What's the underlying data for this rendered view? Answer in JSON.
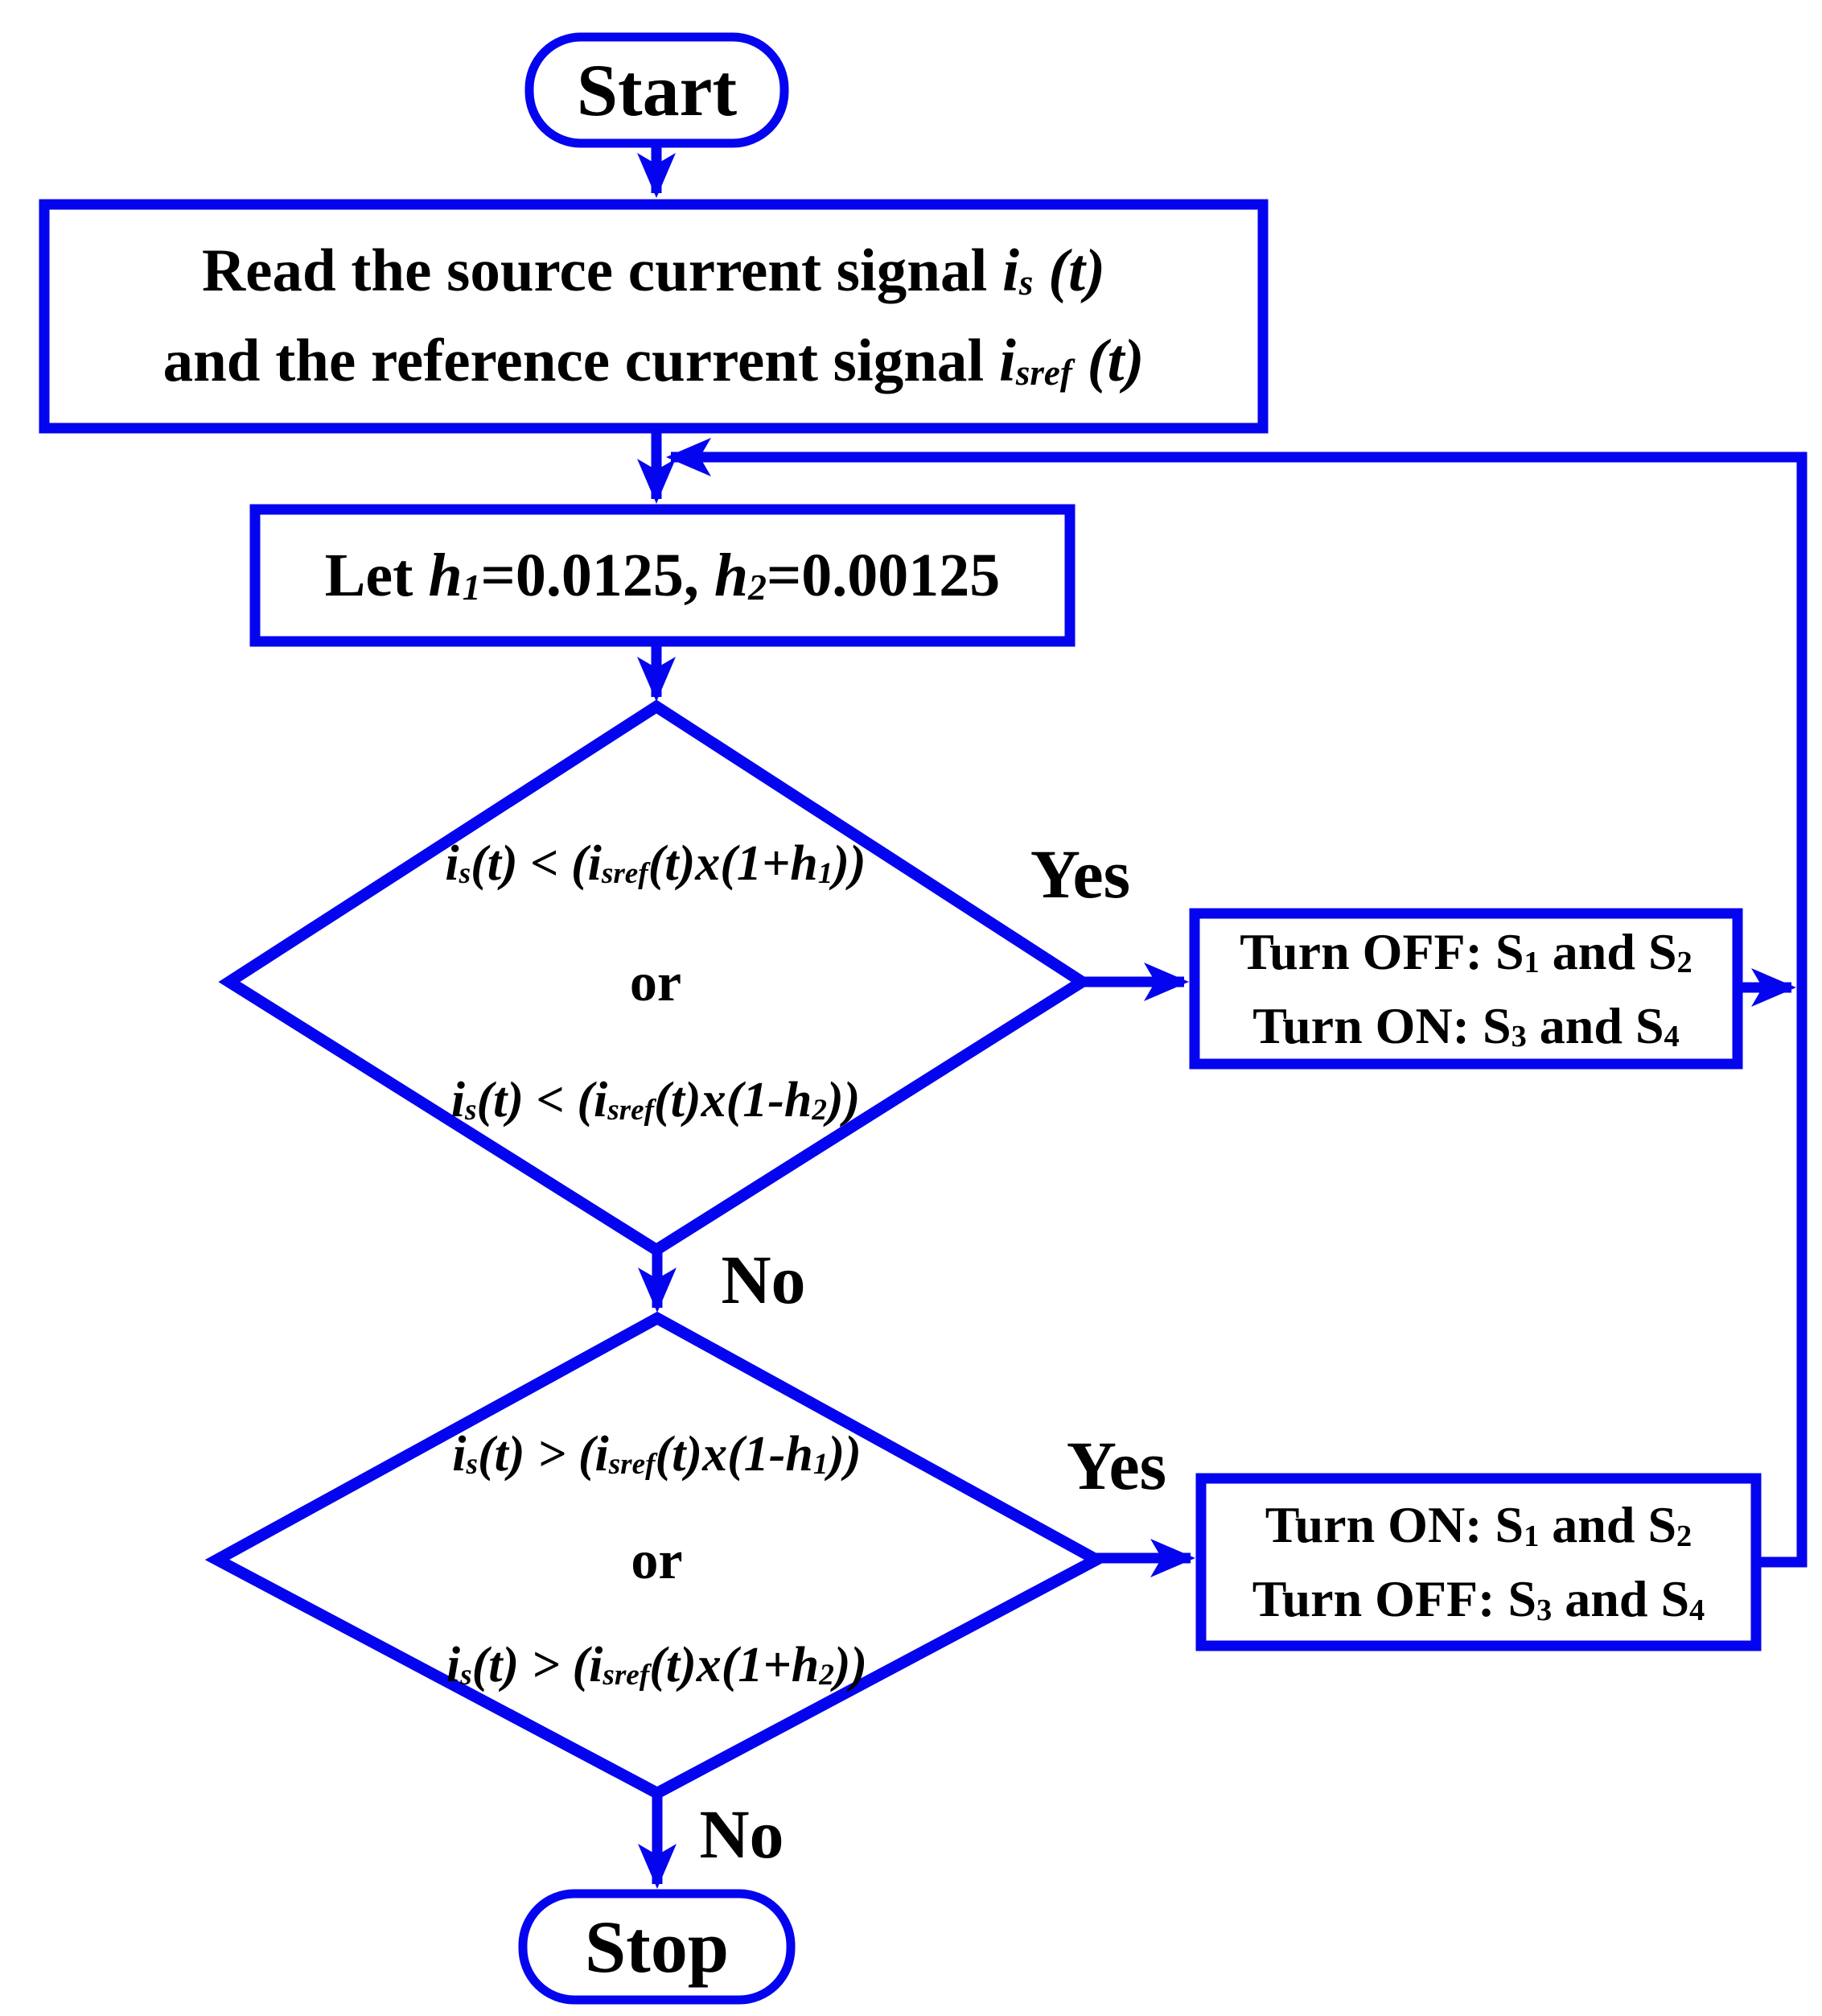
{
  "colors": {
    "line_blue": "#0404EF",
    "text_black": "#000000",
    "background": "#FFFFFF"
  },
  "fc": {
    "start": {
      "label": "Start"
    },
    "read": {
      "line1": [
        "Read the source current signal ",
        "i",
        "s",
        " (t)"
      ],
      "line2": [
        "and the reference current signal ",
        "i",
        "sref",
        " (t)"
      ]
    },
    "init": {
      "tokens": [
        "Let ",
        "h",
        "1",
        "=0.0125, ",
        "h",
        "2",
        "=0.00125"
      ]
    },
    "d1": {
      "cond1": [
        "i",
        "s",
        "(t) < (",
        "i",
        "sref",
        "(t)x(1+h",
        "1",
        "))"
      ],
      "or": "or",
      "cond2": [
        "i",
        "s",
        "(t) < (",
        "i",
        "sref",
        "(t)x(1-h",
        "2",
        "))"
      ]
    },
    "a1": {
      "line1": [
        "Turn OFF: S",
        "1",
        " and S",
        "2"
      ],
      "line2": [
        "Turn ON: S",
        "3",
        " and S",
        "4"
      ]
    },
    "d2": {
      "cond1": [
        "i",
        "s",
        "(t) > (",
        "i",
        "sref",
        "(t)x(1-h",
        "1",
        "))"
      ],
      "or": "or",
      "cond2": [
        "i",
        "s",
        "(t) > (",
        "i",
        "sref",
        "(t)x(1+h",
        "2",
        "))"
      ]
    },
    "a2": {
      "line1": [
        "Turn ON: S",
        "1",
        " and S",
        "2"
      ],
      "line2": [
        "Turn OFF: S",
        "3",
        " and S",
        "4"
      ]
    },
    "labels": {
      "yes1": "Yes",
      "no1": "No",
      "yes2": "Yes",
      "no2": "No"
    },
    "stop": {
      "label": "Stop"
    }
  }
}
